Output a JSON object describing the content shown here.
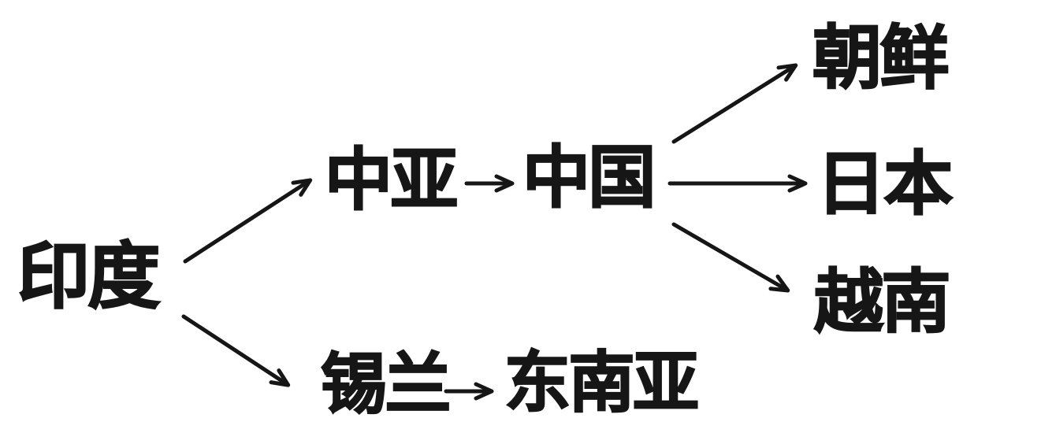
{
  "colors": {
    "background": "#ffffff",
    "ink": "#161616"
  },
  "nodes": [
    {
      "id": "india",
      "label": "印度"
    },
    {
      "id": "central-asia",
      "label": "中亚"
    },
    {
      "id": "china",
      "label": "中国"
    },
    {
      "id": "korea",
      "label": "朝鲜"
    },
    {
      "id": "japan",
      "label": "日本"
    },
    {
      "id": "vietnam",
      "label": "越南"
    },
    {
      "id": "ceylon",
      "label": "锡兰"
    },
    {
      "id": "southeast-asia",
      "label": "东南亚"
    }
  ],
  "edges": [
    {
      "from": "印度",
      "to": "中亚",
      "direction": "up-right"
    },
    {
      "from": "中亚",
      "to": "中国",
      "direction": "right"
    },
    {
      "from": "中国",
      "to": "朝鲜",
      "direction": "up-right"
    },
    {
      "from": "中国",
      "to": "日本",
      "direction": "right"
    },
    {
      "from": "中国",
      "to": "越南",
      "direction": "down-right"
    },
    {
      "from": "印度",
      "to": "锡兰",
      "direction": "down-right"
    },
    {
      "from": "锡兰",
      "to": "东南亚",
      "direction": "right"
    }
  ]
}
